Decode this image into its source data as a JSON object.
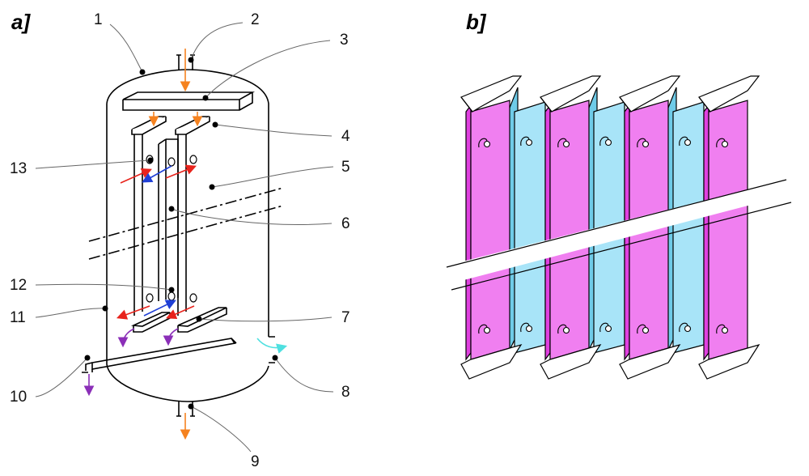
{
  "panels": {
    "a": {
      "label": "a]"
    },
    "b": {
      "label": "b]"
    }
  },
  "callouts": [
    "1",
    "2",
    "3",
    "4",
    "5",
    "6",
    "7",
    "8",
    "9",
    "10",
    "11",
    "12",
    "13"
  ],
  "colors": {
    "outline": "#000000",
    "leader": "#666666",
    "plate_magenta": "#f07ff0",
    "plate_magenta_side": "#e040e0",
    "plate_cyan": "#a8e4f8",
    "plate_cyan_side": "#6fcbe8",
    "flow_orange": "#f5821f",
    "flow_red": "#e8231c",
    "flow_blue": "#1f3fd6",
    "flow_purple": "#8b2fb8",
    "flow_cyan": "#4fe0e0"
  }
}
